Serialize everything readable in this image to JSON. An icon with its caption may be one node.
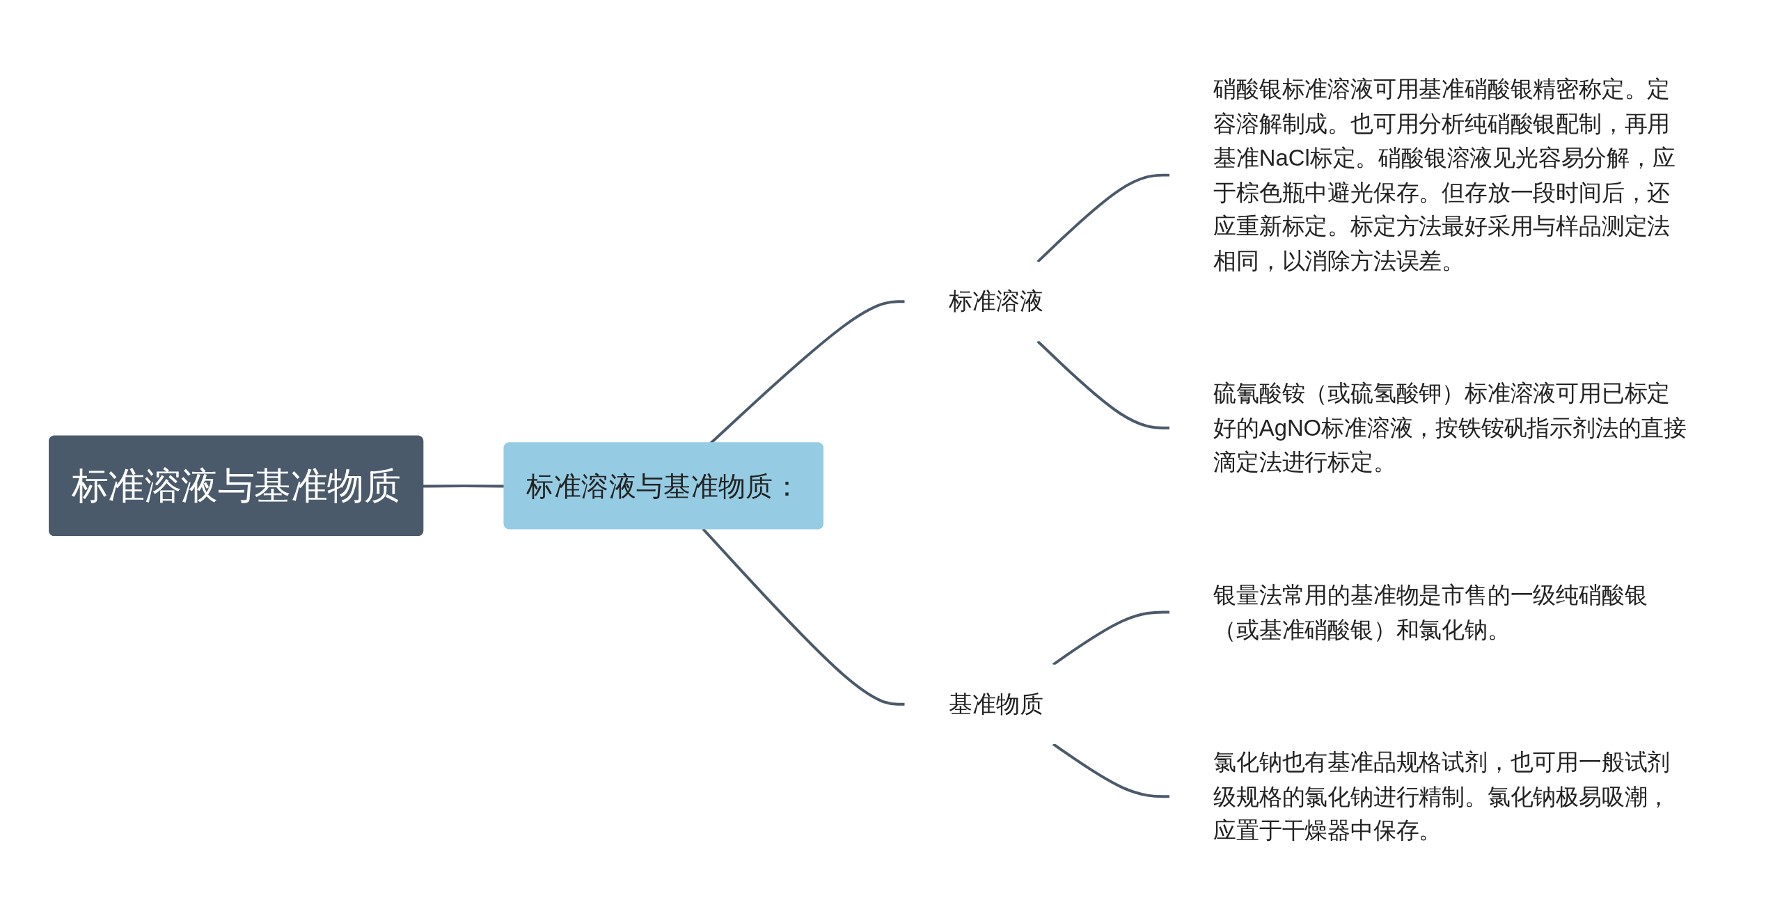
{
  "diagram": {
    "nodes": [
      {
        "text": [
          "标准溶液与基准物质"
        ]
      },
      {
        "text": [
          "标准溶液与基准物质："
        ]
      },
      {
        "text": [
          "标准溶液"
        ]
      },
      {
        "text": [
          "硝酸银标准溶液可用基准硝酸银精密称定。定容溶解制成。也可用分析纯硝酸银配制，再用基准NaCl标定。硝酸银溶液见光容易分解，应于棕色瓶中避光保存。但存放一段时间后，还应重新标定。标定方法最好采用与样品测定法相同，以消除方法误差。"
        ]
      },
      {
        "text": [
          "硫氰酸铵（或硫氢酸钾）标准溶液可用已标定好的AgNO标准溶液，按铁铵矾指示剂法的直接滴定法进行标定。"
        ]
      },
      {
        "text": [
          "基准物质"
        ]
      },
      {
        "text": [
          "银量法常用的基准物是市售的一级纯硝酸银（或基准硝酸银）和氯化钠。"
        ]
      },
      {
        "text": [
          "氯化钠也有基准品规格试剂，也可用一般试剂级规格的氯化钠进行精制。氯化钠极易吸潮，应置于干燥器中保存。"
        ]
      }
    ],
    "edges": [
      {
        "from": 0,
        "to": 1,
        "arrow": "none"
      },
      {
        "from": 1,
        "to": 2,
        "arrow": "none"
      },
      {
        "from": 1,
        "to": 5,
        "arrow": "none"
      },
      {
        "from": 2,
        "to": 3,
        "arrow": "none"
      },
      {
        "from": 2,
        "to": 4,
        "arrow": "none"
      },
      {
        "from": 5,
        "to": 6,
        "arrow": "none"
      },
      {
        "from": 5,
        "to": 7,
        "arrow": "none"
      }
    ]
  }
}
